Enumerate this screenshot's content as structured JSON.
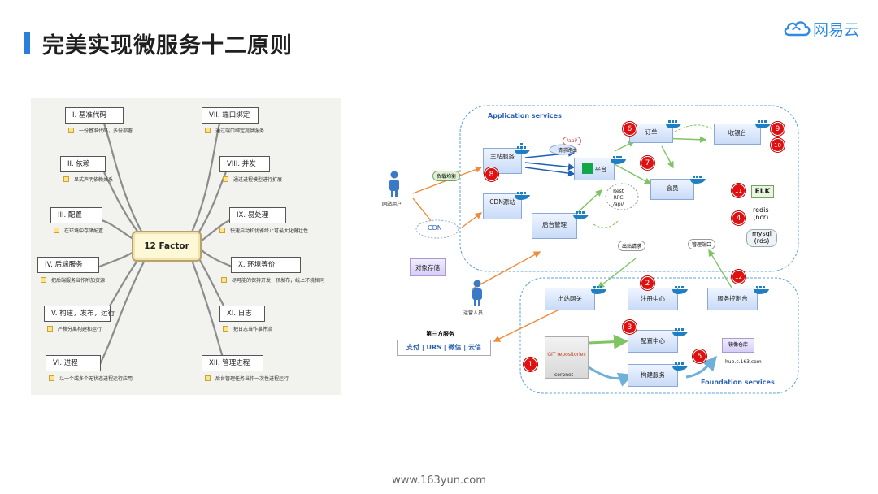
{
  "title": "完美实现微服务十二原则",
  "brand": {
    "name": "网易云",
    "color": "#2d8ae6",
    "accent": "#2c7fd9"
  },
  "footer": "www.163yun.com",
  "mindmap": {
    "center": "12 Factor",
    "left": [
      {
        "label": "I. 基准代码",
        "note": "一份基准代码，多份部署"
      },
      {
        "label": "II. 依赖",
        "note": "显式声明依赖关系"
      },
      {
        "label": "III. 配置",
        "note": "在环境中存储配置"
      },
      {
        "label": "IV. 后端服务",
        "note": "把后端服务当作附加资源"
      },
      {
        "label": "V. 构建，发布，运行",
        "note": "严格分离构建和运行"
      },
      {
        "label": "VI. 进程",
        "note": "以一个或多个无状态进程运行应用"
      }
    ],
    "right": [
      {
        "label": "VII. 端口绑定",
        "note": "通过端口绑定提供服务"
      },
      {
        "label": "VIII. 并发",
        "note": "通过进程模型进行扩展"
      },
      {
        "label": "IX. 易处理",
        "note": "快速启动和优雅终止可最大化健壮性"
      },
      {
        "label": "X. 环境等价",
        "note": "尽可能的保持开发，预发布，线上环境相同"
      },
      {
        "label": "XI. 日志",
        "note": "把日志当作事件流"
      },
      {
        "label": "XII. 管理进程",
        "note": "后台管理任务当作一次性进程运行"
      }
    ]
  },
  "arch": {
    "app_region": "Application services",
    "foundation_region": "Foundation services",
    "user": "网站用户",
    "ops": "运营人员",
    "cdn": "CDN",
    "lb": "负载均衡",
    "object_storage": "对象存储",
    "api_tag": "/api/",
    "route": "请求路由",
    "rest_rpc": "Rest\nRPC",
    "rest_rpc_1": "Rest",
    "rest_rpc_2": "RPC",
    "rest_rpc_3": "/api/",
    "main_site": "主站服务",
    "cdn_site": "CDN源站",
    "backend": "后台管理",
    "platform": "平台",
    "order": "订单",
    "member": "会员",
    "cashier": "收银台",
    "elk": "ELK",
    "redis": "redis\n(ncr)",
    "redis_1": "redis",
    "redis_2": "(ncr)",
    "mysql_1": "mysql",
    "mysql_2": "(rds)",
    "outbound_req": "出站请求",
    "mgmt_port": "管理端口",
    "gateway": "出站网关",
    "registry": "注册中心",
    "svc_console": "服务控制台",
    "config_center": "配置中心",
    "build_svc": "构建服务",
    "git": "GIT repositories",
    "corpnet": "corpnet",
    "image_repo": "镜像仓库",
    "hub": "hub.c.163.com",
    "third_party_title": "第三方服务",
    "third_party": "支付 | URS | 微信 | 云信",
    "badges": [
      "1",
      "2",
      "3",
      "4",
      "5",
      "6",
      "7",
      "8",
      "9",
      "10",
      "11",
      "12"
    ]
  }
}
